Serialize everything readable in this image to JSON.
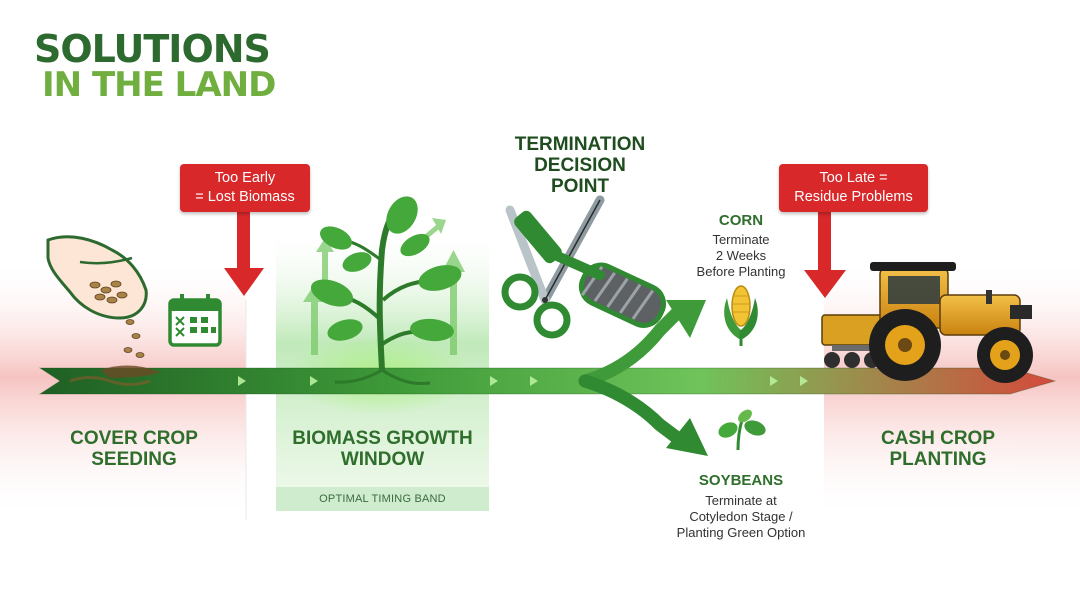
{
  "logo": {
    "line1": "SOLUTIONS",
    "line2": "IN THE LAND"
  },
  "decision": {
    "title_line1": "TERMINATION",
    "title_line2": "DECISION",
    "title_line3": "POINT"
  },
  "callouts": {
    "too_early": {
      "line1": "Too Early",
      "line2": "= Lost Biomass"
    },
    "too_late": {
      "line1": "Too Late =",
      "line2": "Residue Problems"
    }
  },
  "stages": {
    "seeding": {
      "line1": "COVER CROP",
      "line2": "SEEDING"
    },
    "growth": {
      "line1": "BIOMASS GROWTH",
      "line2": "WINDOW"
    },
    "cash_crop": {
      "line1": "CASH CROP",
      "line2": "PLANTING"
    }
  },
  "band": {
    "label": "OPTIMAL TIMING BAND"
  },
  "corn": {
    "title": "CORN",
    "line1": "Terminate",
    "line2": "2 Weeks",
    "line3": "Before Planting"
  },
  "soybeans": {
    "title": "SOYBEANS",
    "line1": "Terminate at",
    "line2": "Cotyledon Stage /",
    "line3": "Planting Green Option"
  },
  "colors": {
    "dark_green": "#1f5f24",
    "mid_green": "#3d9a3a",
    "light_green": "#8fd27a",
    "red": "#d8282a",
    "tractor_yellow": "#e3a21a"
  },
  "icons": [
    "hand-seeds-icon",
    "calendar-icon",
    "seedling-icon",
    "scissors-icon",
    "roller-crimper-icon",
    "corn-icon",
    "soybean-sprout-icon",
    "tractor-icon",
    "growth-arrow-icon"
  ]
}
